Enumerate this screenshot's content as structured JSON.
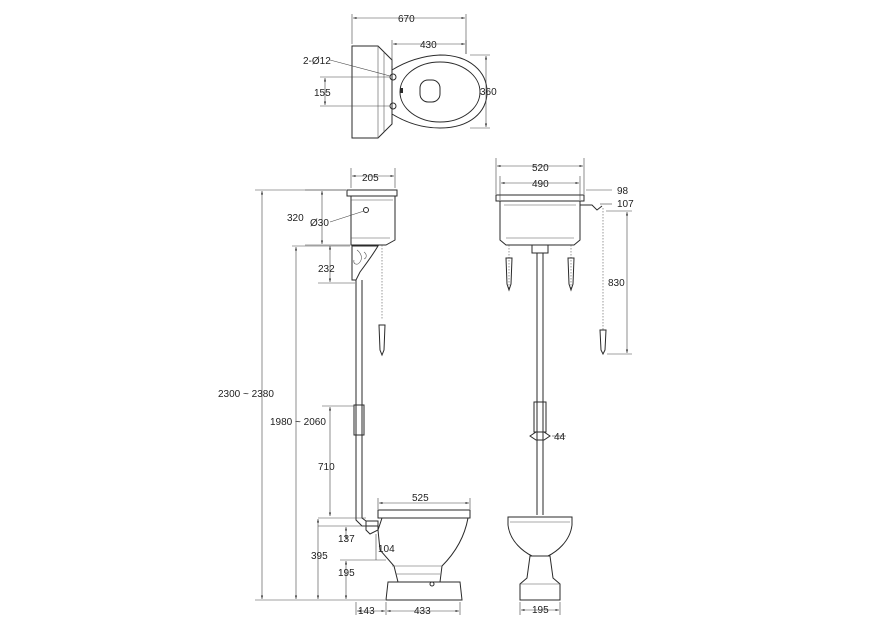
{
  "colors": {
    "line": "#2a2a2a",
    "background": "#ffffff"
  },
  "top_view": {
    "width_total": "670",
    "bowl_length": "430",
    "hole_spec": "2-Ø12",
    "hole_spacing": "155",
    "bowl_width": "360"
  },
  "side_view": {
    "cistern_depth": "205",
    "cistern_height": "320",
    "flush_hole": "Ø30",
    "bracket_height": "232",
    "overall_height": "2300 ~ 2380",
    "cistern_base_height": "1980 ~ 2060",
    "pipe_to_pan": "710",
    "pan_length": "525",
    "inlet_height": "137",
    "outlet_offset": "104",
    "pan_height": "395",
    "outlet_height": "195",
    "wall_to_outlet": "143",
    "pan_base": "433"
  },
  "front_view": {
    "cistern_width": "520",
    "cistern_inner_width": "490",
    "lever_a": "98",
    "lever_b": "107",
    "chain_drop": "830",
    "pipe_clip": "44",
    "pedestal_width": "195"
  }
}
